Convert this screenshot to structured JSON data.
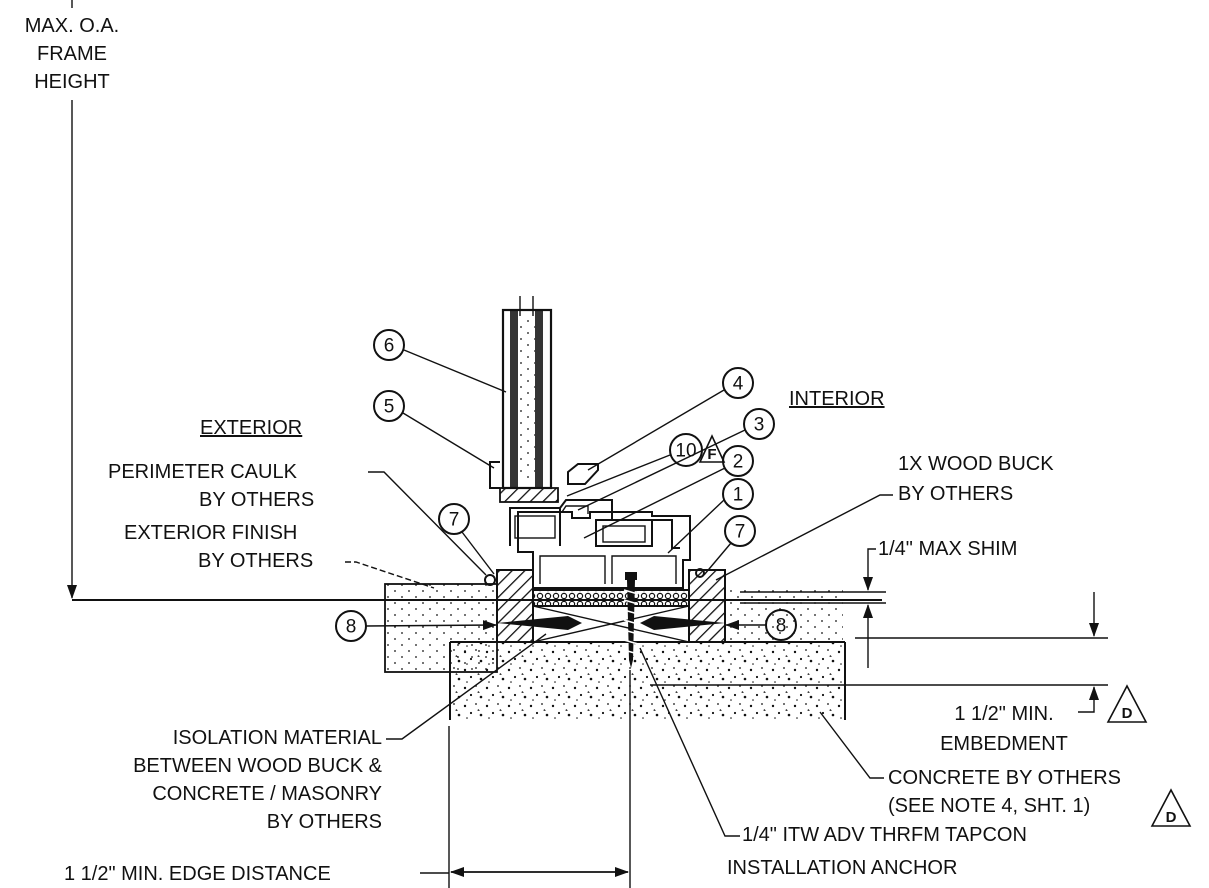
{
  "labels": {
    "max_oa_line1": "MAX. O.A.",
    "max_oa_line2": "FRAME",
    "max_oa_line3": "HEIGHT",
    "exterior": "EXTERIOR",
    "interior": "INTERIOR",
    "perimeter_caulk_1": "PERIMETER CAULK",
    "perimeter_caulk_2": "BY OTHERS",
    "exterior_finish_1": "EXTERIOR FINISH",
    "exterior_finish_2": "BY OTHERS",
    "wood_buck_1": "1X WOOD BUCK",
    "wood_buck_2": "BY OTHERS",
    "max_shim": "1/4\" MAX SHIM",
    "embedment_1": "1 1/2\" MIN.",
    "embedment_2": "EMBEDMENT",
    "concrete_1": "CONCRETE BY OTHERS",
    "concrete_2": "(SEE NOTE 4, SHT. 1)",
    "isolation_1": "ISOLATION MATERIAL",
    "isolation_2": "BETWEEN WOOD BUCK &",
    "isolation_3": "CONCRETE / MASONRY",
    "isolation_4": "BY OTHERS",
    "anchor_1": "1/4\" ITW ADV THRFM TAPCON",
    "anchor_2": "INSTALLATION ANCHOR",
    "edge_distance": "1 1/2\" MIN. EDGE DISTANCE"
  },
  "callouts": [
    "6",
    "5",
    "4",
    "3",
    "10",
    "2",
    "1",
    "7",
    "7",
    "8",
    "8"
  ],
  "revision_marks": [
    "F",
    "D",
    "D"
  ],
  "colors": {
    "ink": "#111111",
    "paper": "#ffffff"
  }
}
